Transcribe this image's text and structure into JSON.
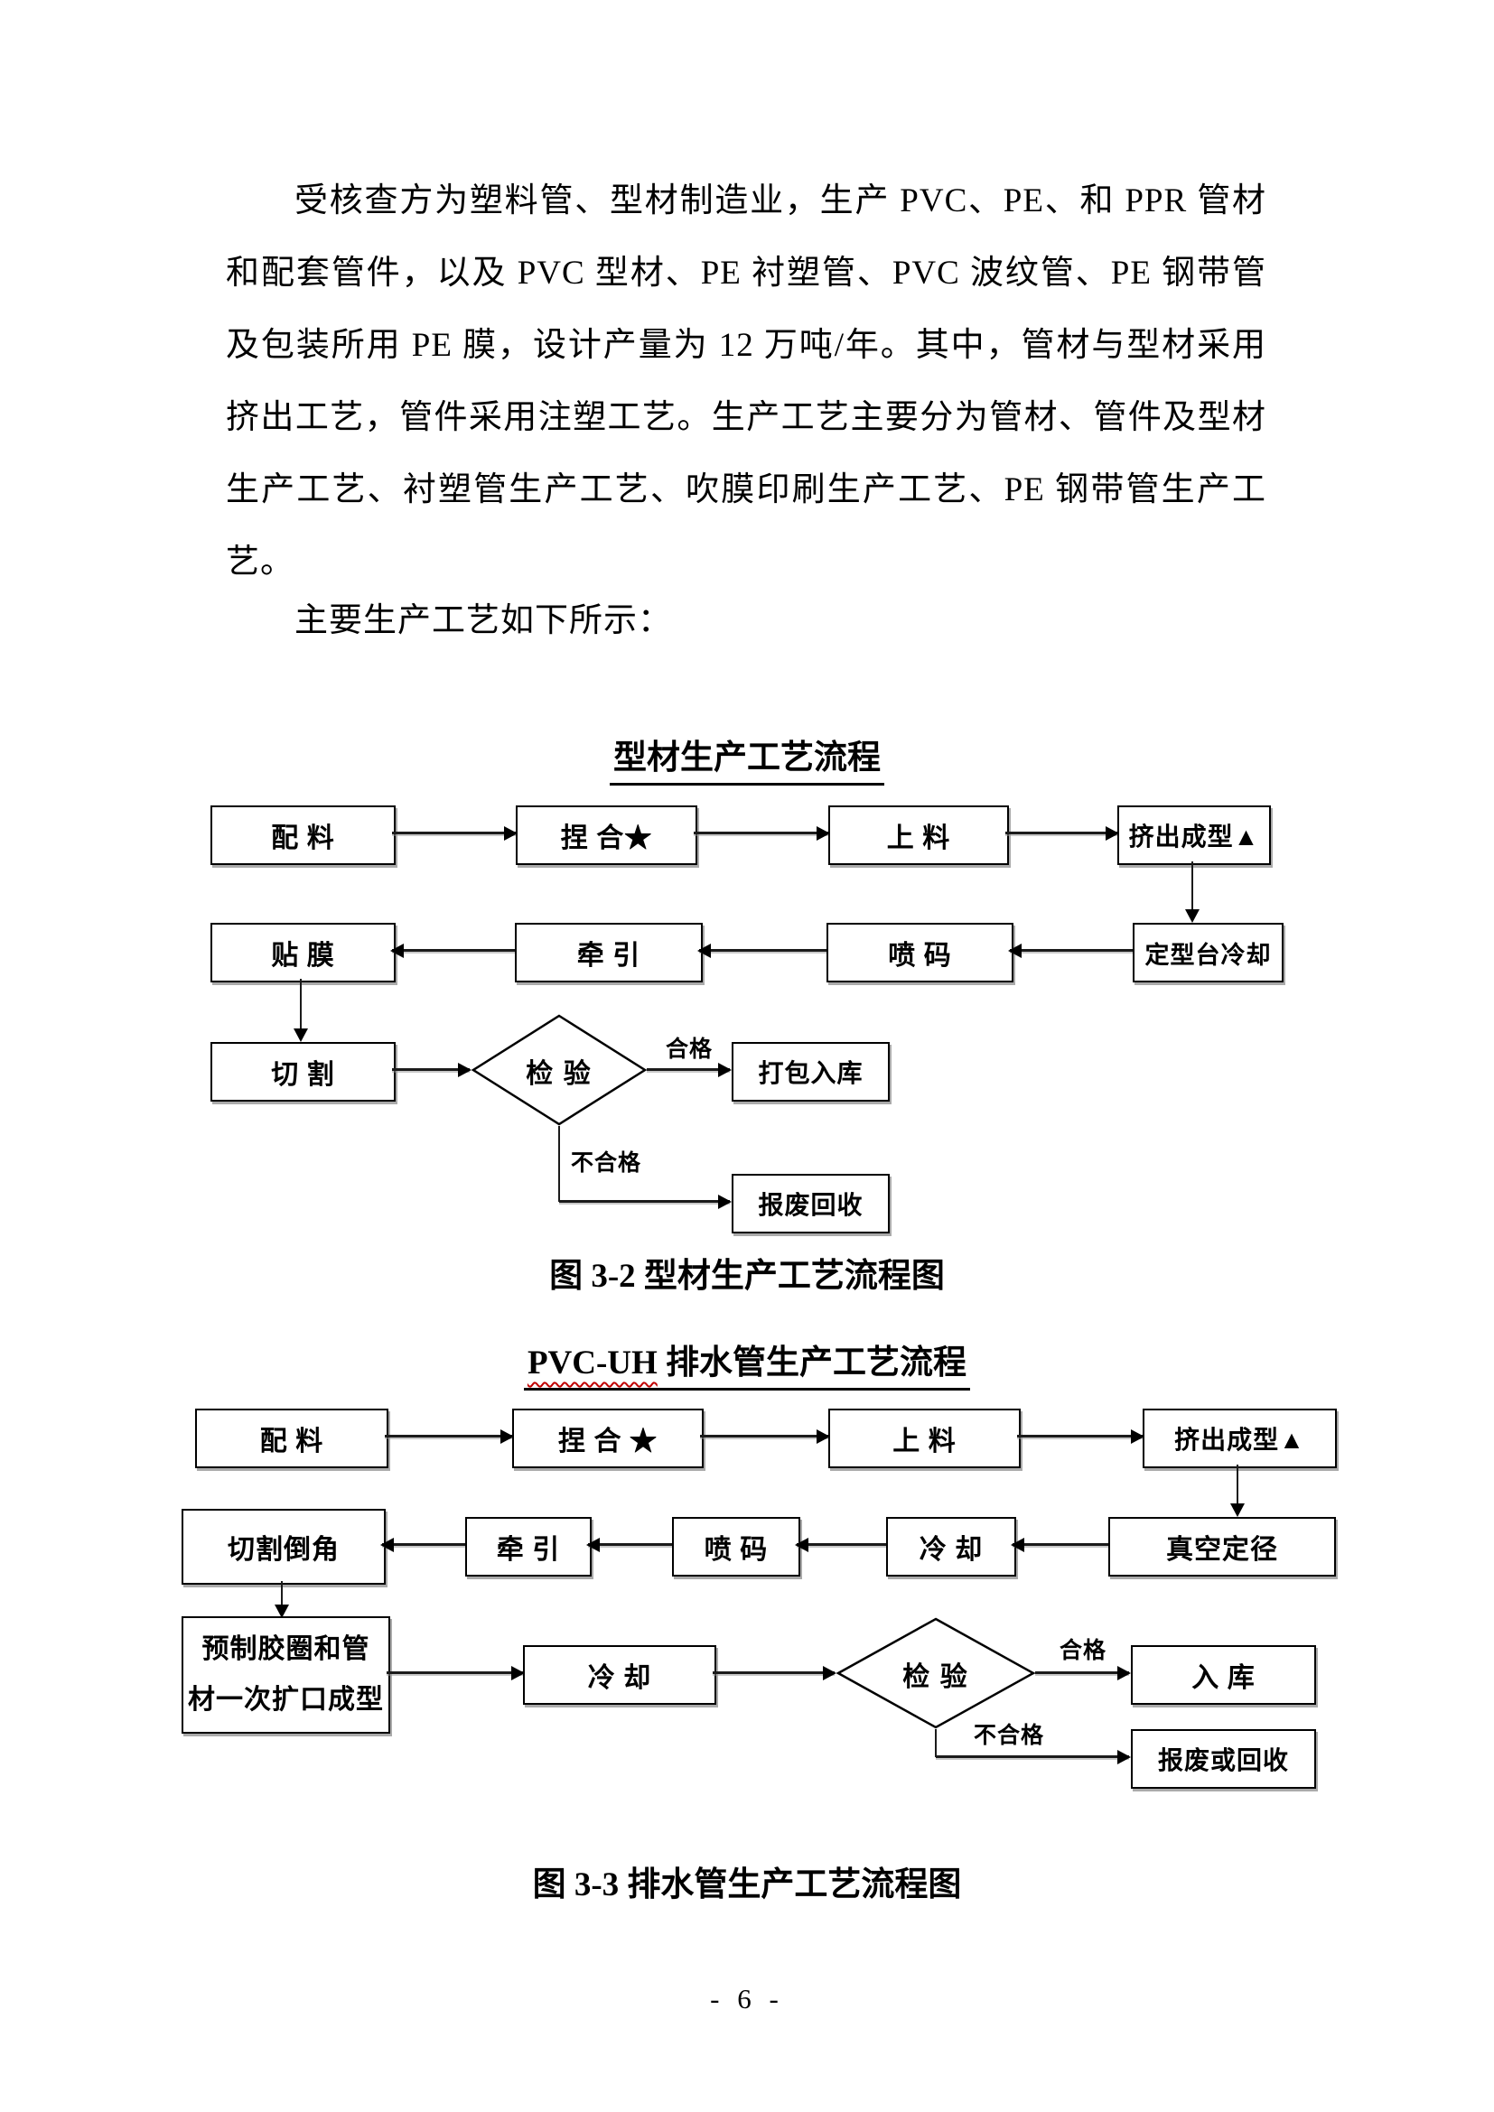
{
  "document": {
    "paragraph1_lines": [
      "受核查方为塑料管、型材制造业，生产 PVC、PE、和 PPR 管材",
      "和配套管件，以及 PVC 型材、PE 衬塑管、PVC 波纹管、PE 钢带管",
      "及包装所用 PE 膜，设计产量为 12 万吨/年。其中，管材与型材采用",
      "挤出工艺，管件采用注塑工艺。生产工艺主要分为管材、管件及型材",
      "生产工艺、衬塑管生产工艺、吹膜印刷生产工艺、PE 钢带管生产工",
      "艺。"
    ],
    "paragraph2": "主要生产工艺如下所示：",
    "page_number": "- 6 -"
  },
  "figure1": {
    "title": "型材生产工艺流程",
    "caption": "图 3-2 型材生产工艺流程图",
    "nodes": {
      "batching": "配 料",
      "kneading": "捏 合★",
      "feeding": "上 料",
      "extrusion": "挤出成型▲",
      "film": "贴 膜",
      "traction": "牵 引",
      "inkjet": "喷 码",
      "cooling_table": "定型台冷却",
      "cutting": "切 割",
      "inspection": "检 验",
      "packing": "打包入库",
      "scrap": "报废回收"
    },
    "edge_labels": {
      "pass": "合格",
      "fail": "不合格"
    }
  },
  "figure2": {
    "title_latin": "PVC-UH",
    "title_cjk": " 排水管生产工艺流程",
    "caption": "图 3-3 排水管生产工艺流程图",
    "nodes": {
      "batching": "配 料",
      "kneading": "捏 合 ★",
      "feeding": "上 料",
      "extrusion": "挤出成型▲",
      "cut_chamfer": "切割倒角",
      "traction": "牵 引",
      "inkjet": "喷 码",
      "cooling": "冷 却",
      "vacuum_sizing": "真空定径",
      "socket_line1": "预制胶圈和管",
      "socket_line2": "材一次扩口成型",
      "cooling2": "冷 却",
      "inspection": "检 验",
      "warehouse": "入 库",
      "scrap": "报废或回收"
    },
    "edge_labels": {
      "pass": "合格",
      "fail": "不合格"
    }
  }
}
